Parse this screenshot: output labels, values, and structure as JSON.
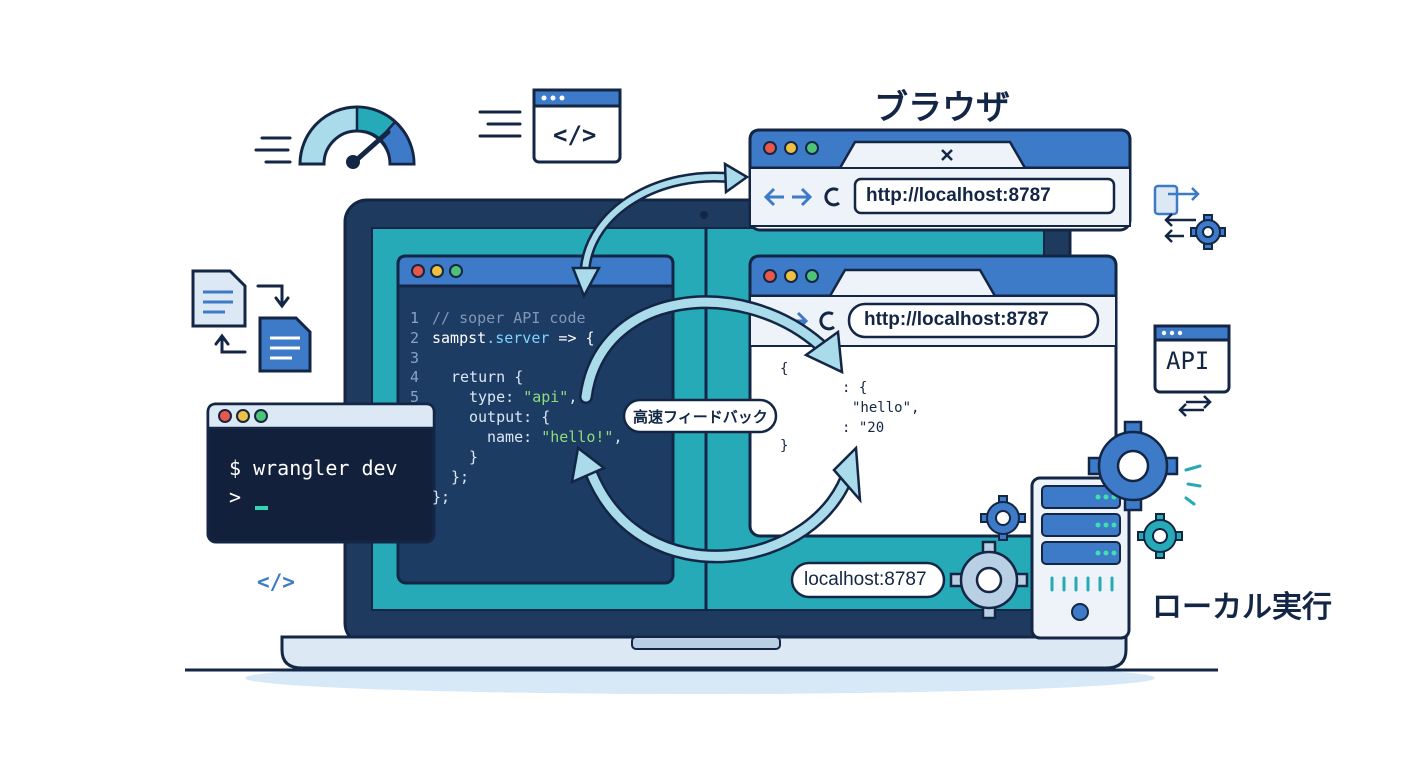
{
  "labels": {
    "browser": "ブラウザ",
    "local_run": "ローカル実行",
    "feedback": "高速フィードバック",
    "server_address": "localhost:8787"
  },
  "browser_back": {
    "url": "http://localhost:8787"
  },
  "browser_front": {
    "url": "http://localhost:8787",
    "response_lines": [
      "{",
      ": {",
      "\"hello\",",
      ": \"20",
      "}"
    ]
  },
  "terminal": {
    "prompt_line": "$ wrangler dev",
    "cursor_prompt": ">"
  },
  "editor": {
    "line_numbers": [
      "1",
      "2",
      "3",
      "4",
      "5"
    ],
    "lines": {
      "comment": "// soper API code",
      "obj": "sampst",
      "prop": ".server",
      "arrow": " => {",
      "ret": "return {",
      "type_key": "type: ",
      "type_val": "\"api\"",
      "type_end": ",",
      "output_key": "output: {",
      "name_key": "name: ",
      "name_val": "\"hello!\"",
      "name_end": ",",
      "close_inner": "}",
      "close_mid": "};",
      "close_outer": "};"
    }
  },
  "icons": {
    "code_tag": "</>",
    "api": "API"
  },
  "colors": {
    "navy": "#142645",
    "blue": "#3d7ac7",
    "teal": "#26aab8",
    "light_blue": "#a9dbea",
    "green_text": "#8fdc7c",
    "code_bg": "#1d3c64"
  }
}
